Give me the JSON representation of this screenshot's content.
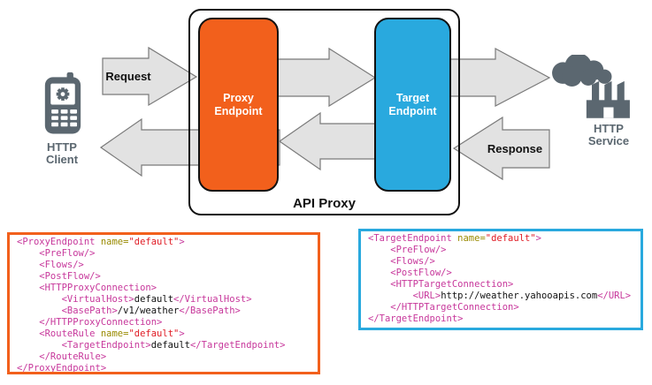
{
  "diagram": {
    "api_proxy_label": "API Proxy",
    "client": {
      "label": "HTTP\nClient"
    },
    "service": {
      "label": "HTTP\nService"
    },
    "proxy_endpoint": {
      "label": "Proxy\nEndpoint",
      "color": "#F2601C"
    },
    "target_endpoint": {
      "label": "Target\nEndpoint",
      "color": "#29A9DE"
    },
    "arrows": {
      "request_label": "Request",
      "response_label": "Response",
      "fill": "#E2E2E2",
      "stroke": "#7A7A7A"
    },
    "icon_color": "#5B6770"
  },
  "syntax_colors": {
    "tag": "#C7379B",
    "attr": "#998A00",
    "val": "#E01B24",
    "txt": "#111111"
  },
  "code_blocks": [
    {
      "id": "proxy-endpoint-code",
      "border_color": "#F2601C",
      "lines": [
        [
          {
            "c": "tag",
            "t": "<ProxyEndpoint "
          },
          {
            "c": "attr",
            "t": "name="
          },
          {
            "c": "val",
            "t": "\"default\""
          },
          {
            "c": "tag",
            "t": ">"
          }
        ],
        [
          {
            "c": "tag",
            "t": "    <PreFlow/>"
          }
        ],
        [
          {
            "c": "tag",
            "t": "    <Flows/>"
          }
        ],
        [
          {
            "c": "tag",
            "t": "    <PostFlow/>"
          }
        ],
        [
          {
            "c": "tag",
            "t": "    <HTTPProxyConnection>"
          }
        ],
        [
          {
            "c": "tag",
            "t": "        <VirtualHost>"
          },
          {
            "c": "txt",
            "t": "default"
          },
          {
            "c": "tag",
            "t": "</VirtualHost>"
          }
        ],
        [
          {
            "c": "tag",
            "t": "        <BasePath>"
          },
          {
            "c": "txt",
            "t": "/v1/weather"
          },
          {
            "c": "tag",
            "t": "</BasePath>"
          }
        ],
        [
          {
            "c": "tag",
            "t": "    </HTTPProxyConnection>"
          }
        ],
        [
          {
            "c": "tag",
            "t": "    <RouteRule "
          },
          {
            "c": "attr",
            "t": "name="
          },
          {
            "c": "val",
            "t": "\"default\""
          },
          {
            "c": "tag",
            "t": ">"
          }
        ],
        [
          {
            "c": "tag",
            "t": "        <TargetEndpoint>"
          },
          {
            "c": "txt",
            "t": "default"
          },
          {
            "c": "tag",
            "t": "</TargetEndpoint>"
          }
        ],
        [
          {
            "c": "tag",
            "t": "    </RouteRule>"
          }
        ],
        [
          {
            "c": "tag",
            "t": "</ProxyEndpoint>"
          }
        ]
      ]
    },
    {
      "id": "target-endpoint-code",
      "border_color": "#29A9DE",
      "lines": [
        [
          {
            "c": "tag",
            "t": "<TargetEndpoint "
          },
          {
            "c": "attr",
            "t": "name="
          },
          {
            "c": "val",
            "t": "\"default\""
          },
          {
            "c": "tag",
            "t": ">"
          }
        ],
        [
          {
            "c": "tag",
            "t": "    <PreFlow/>"
          }
        ],
        [
          {
            "c": "tag",
            "t": "    <Flows/>"
          }
        ],
        [
          {
            "c": "tag",
            "t": "    <PostFlow/>"
          }
        ],
        [
          {
            "c": "tag",
            "t": "    <HTTPTargetConnection>"
          }
        ],
        [
          {
            "c": "tag",
            "t": "        <URL>"
          },
          {
            "c": "txt",
            "t": "http://weather.yahooapis.com"
          },
          {
            "c": "tag",
            "t": "</URL>"
          }
        ],
        [
          {
            "c": "tag",
            "t": "    </HTTPTargetConnection>"
          }
        ],
        [
          {
            "c": "tag",
            "t": "</TargetEndpoint>"
          }
        ]
      ]
    }
  ]
}
